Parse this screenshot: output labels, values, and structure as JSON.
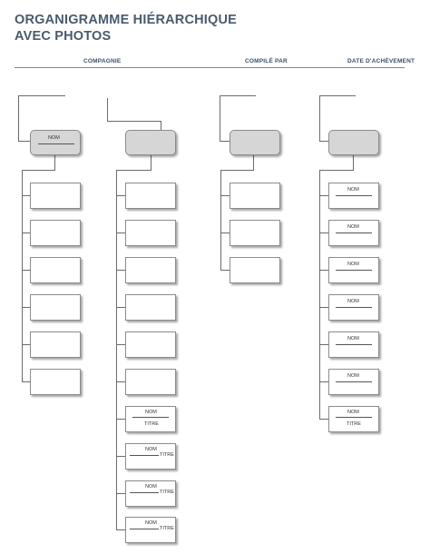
{
  "title_line1": "ORGANIGRAMME HIÉRARCHIQUE",
  "title_line2": "AVEC PHOTOS",
  "header": {
    "company": "COMPAGNIE",
    "compiled_by": "COMPILÉ PAR",
    "completion_date": "DATE D'ACHÈVEMENT"
  },
  "labels": {
    "name": "NOM",
    "title": "TITRE"
  }
}
